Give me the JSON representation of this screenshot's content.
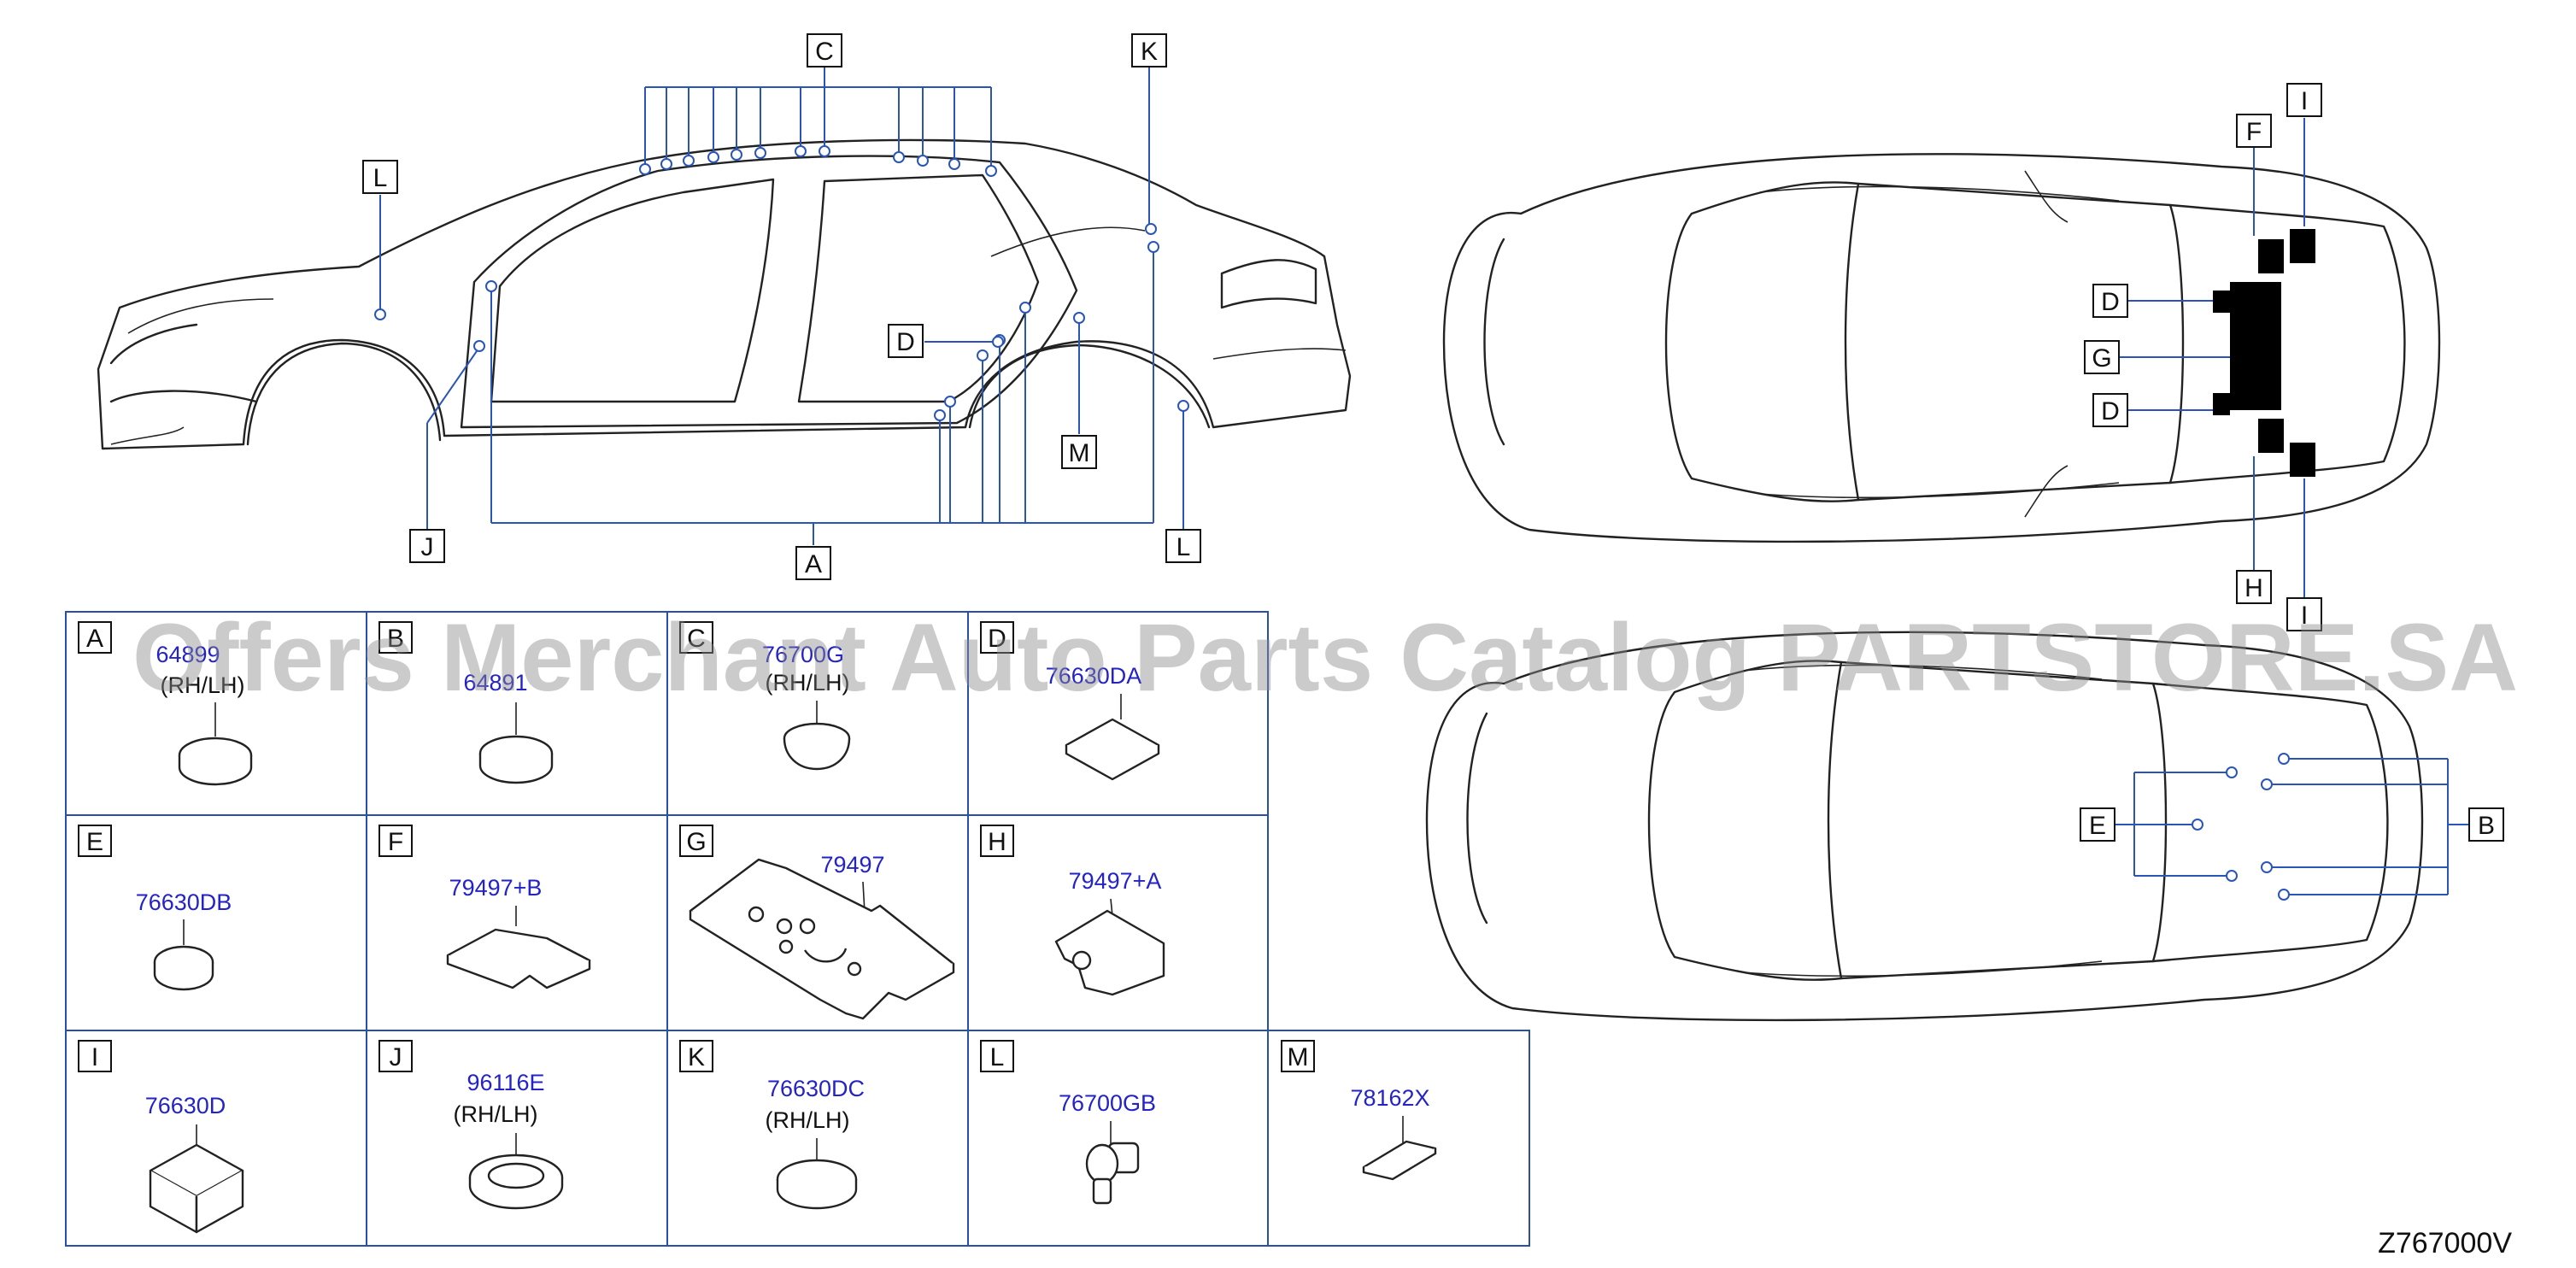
{
  "diagram_code": "Z767000V",
  "watermark": "Offers Merchant Auto Parts Catalog PARTSTORE.SA",
  "callouts": {
    "A": "A",
    "B": "B",
    "C": "C",
    "D": "D",
    "E": "E",
    "F": "F",
    "G": "G",
    "H": "H",
    "I": "I",
    "J": "J",
    "K": "K",
    "L": "L",
    "M": "M"
  },
  "parts": [
    {
      "letter": "A",
      "part_no": "64899",
      "note": "(RH/LH)"
    },
    {
      "letter": "B",
      "part_no": "64891",
      "note": ""
    },
    {
      "letter": "C",
      "part_no": "76700G",
      "note": "(RH/LH)"
    },
    {
      "letter": "D",
      "part_no": "76630DA",
      "note": ""
    },
    {
      "letter": "E",
      "part_no": "76630DB",
      "note": ""
    },
    {
      "letter": "F",
      "part_no": "79497+B",
      "note": ""
    },
    {
      "letter": "G",
      "part_no": "79497",
      "note": ""
    },
    {
      "letter": "H",
      "part_no": "79497+A",
      "note": ""
    },
    {
      "letter": "I",
      "part_no": "76630D",
      "note": ""
    },
    {
      "letter": "J",
      "part_no": "96116E",
      "note": "(RH/LH)"
    },
    {
      "letter": "K",
      "part_no": "76630DC",
      "note": "(RH/LH)"
    },
    {
      "letter": "L",
      "part_no": "76700GB",
      "note": ""
    },
    {
      "letter": "M",
      "part_no": "78162X",
      "note": ""
    }
  ]
}
